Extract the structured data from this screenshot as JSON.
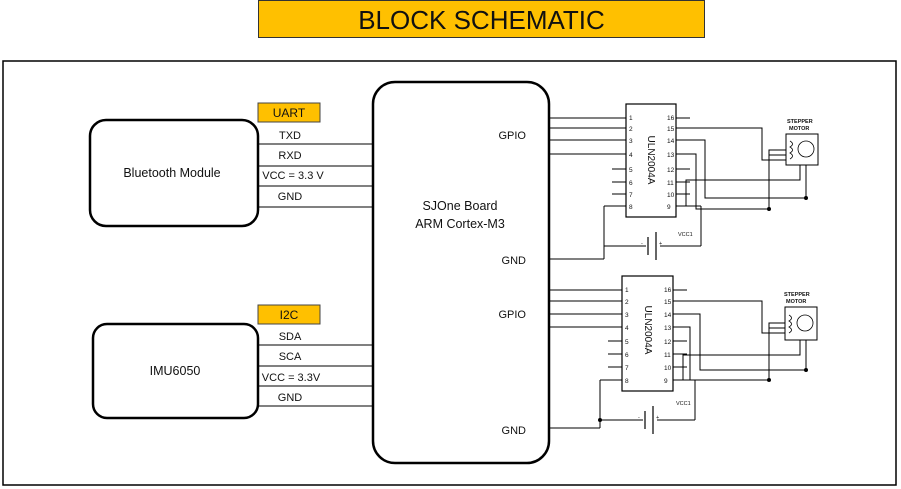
{
  "title": "BLOCK SCHEMATIC",
  "bluetooth": {
    "label": "Bluetooth Module",
    "bus_tag": "UART",
    "signals": [
      "TXD",
      "RXD",
      "VCC = 3.3 V",
      "GND"
    ]
  },
  "imu": {
    "label": "IMU6050",
    "bus_tag": "I2C",
    "signals": [
      "SDA",
      "SCA",
      "VCC = 3.3V",
      "GND"
    ]
  },
  "board": {
    "line1": "SJOne Board",
    "line2": "ARM Cortex-M3",
    "ports": [
      "GPIO",
      "GND",
      "GPIO",
      "GND"
    ]
  },
  "drivers": [
    {
      "chip": "ULN2004A",
      "left_pins": [
        "1",
        "2",
        "3",
        "4",
        "5",
        "6",
        "7",
        "8"
      ],
      "right_pins": [
        "16",
        "15",
        "14",
        "13",
        "12",
        "11",
        "10",
        "9"
      ],
      "supply": "VCC1",
      "motor_label_1": "STEPPER",
      "motor_label_2": "MOTOR"
    },
    {
      "chip": "ULN2004A",
      "left_pins": [
        "1",
        "2",
        "3",
        "4",
        "5",
        "6",
        "7",
        "8"
      ],
      "right_pins": [
        "16",
        "15",
        "14",
        "13",
        "12",
        "11",
        "10",
        "9"
      ],
      "supply": "VCC1",
      "motor_label_1": "STEPPER",
      "motor_label_2": "MOTOR"
    }
  ],
  "battery_signs": [
    "-",
    "+"
  ],
  "colors": {
    "title_bg": "#ffc000",
    "tag_bg": "#ffc000",
    "line": "#000000"
  }
}
